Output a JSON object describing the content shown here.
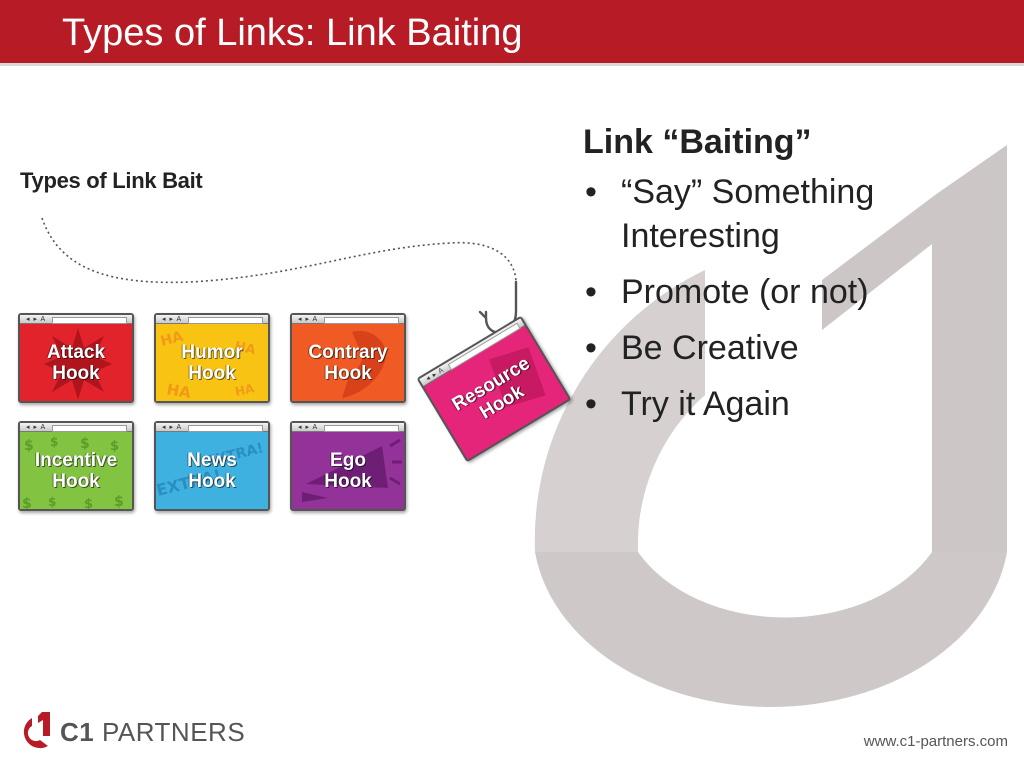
{
  "slide": {
    "title": "Types of Links: Link Baiting"
  },
  "figure": {
    "heading": "Types of Link Bait",
    "browser_chrome": "◂ ▸ A",
    "hooks": [
      {
        "label": "Attack\nHook",
        "color": "#e2232c"
      },
      {
        "label": "Humor\nHook",
        "color": "#f8b912"
      },
      {
        "label": "Contrary\nHook",
        "color": "#f05a24"
      },
      {
        "label": "Incentive\nHook",
        "color": "#7ac143"
      },
      {
        "label": "News\nHook",
        "color": "#34a8d9"
      },
      {
        "label": "Ego\nHook",
        "color": "#8e3193"
      }
    ],
    "resource_hook": {
      "label": "Resource\nHook",
      "color": "#e5257a"
    }
  },
  "content": {
    "heading": "Link “Baiting”",
    "bullets": [
      "“Say” Something Interesting",
      "Promote (or not)",
      "Be Creative",
      "Try it Again"
    ]
  },
  "footer": {
    "logo_c1": "C1",
    "logo_partners": "PARTNERS",
    "url": "www.c1-partners.com"
  },
  "colors": {
    "title_bar": "#b71c26",
    "watermark": "#cfc8c8",
    "logo_accent": "#b71c26"
  }
}
